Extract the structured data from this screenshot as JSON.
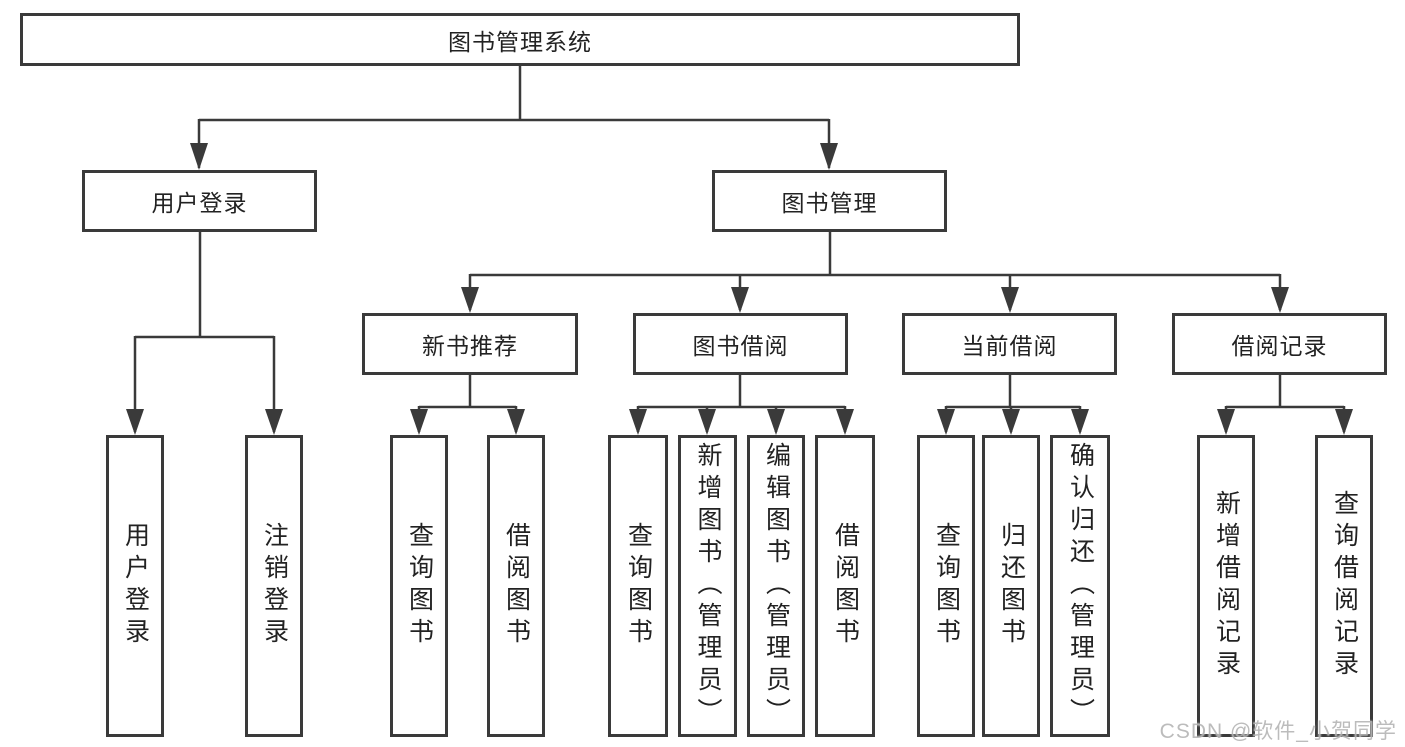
{
  "page": {
    "background": "#ffffff"
  },
  "colors": {
    "line": "#3a3a3a",
    "box_border": "#3a3a3a",
    "box_fill": "#ffffff",
    "text": "#222222",
    "watermark": "#b5b5b5"
  },
  "watermark": {
    "text": "CSDN @软件_小贺同学"
  },
  "nodes": {
    "root": {
      "label": "图书管理系统"
    },
    "user_login": {
      "label": "用户登录"
    },
    "book_management": {
      "label": "图书管理"
    },
    "new_book_recommend": {
      "label": "新书推荐"
    },
    "book_borrow": {
      "label": "图书借阅"
    },
    "current_borrow": {
      "label": "当前借阅"
    },
    "borrow_record": {
      "label": "借阅记录"
    },
    "leaf_user_login": {
      "label": "用户登录"
    },
    "leaf_logout": {
      "label": "注销登录"
    },
    "leaf_recommend_query": {
      "label": "查询图书"
    },
    "leaf_recommend_borrow": {
      "label": "借阅图书"
    },
    "leaf_borrow_query": {
      "label": "查询图书"
    },
    "leaf_borrow_add": {
      "label": "新增图书（管理员）"
    },
    "leaf_borrow_edit": {
      "label": "编辑图书（管理员）"
    },
    "leaf_borrow_borrow": {
      "label": "借阅图书"
    },
    "leaf_current_query": {
      "label": "查询图书"
    },
    "leaf_current_return": {
      "label": "归还图书"
    },
    "leaf_current_confirm": {
      "label": "确认归还（管理员）"
    },
    "leaf_record_add": {
      "label": "新增借阅记录"
    },
    "leaf_record_query": {
      "label": "查询借阅记录"
    }
  },
  "hierarchy": {
    "root": "图书管理系统",
    "children": [
      {
        "label": "用户登录",
        "children": [
          "用户登录",
          "注销登录"
        ]
      },
      {
        "label": "图书管理",
        "children": [
          {
            "label": "新书推荐",
            "children": [
              "查询图书",
              "借阅图书"
            ]
          },
          {
            "label": "图书借阅",
            "children": [
              "查询图书",
              "新增图书（管理员）",
              "编辑图书（管理员）",
              "借阅图书"
            ]
          },
          {
            "label": "当前借阅",
            "children": [
              "查询图书",
              "归还图书",
              "确认归还（管理员）"
            ]
          },
          {
            "label": "借阅记录",
            "children": [
              "新增借阅记录",
              "查询借阅记录"
            ]
          }
        ]
      }
    ]
  }
}
